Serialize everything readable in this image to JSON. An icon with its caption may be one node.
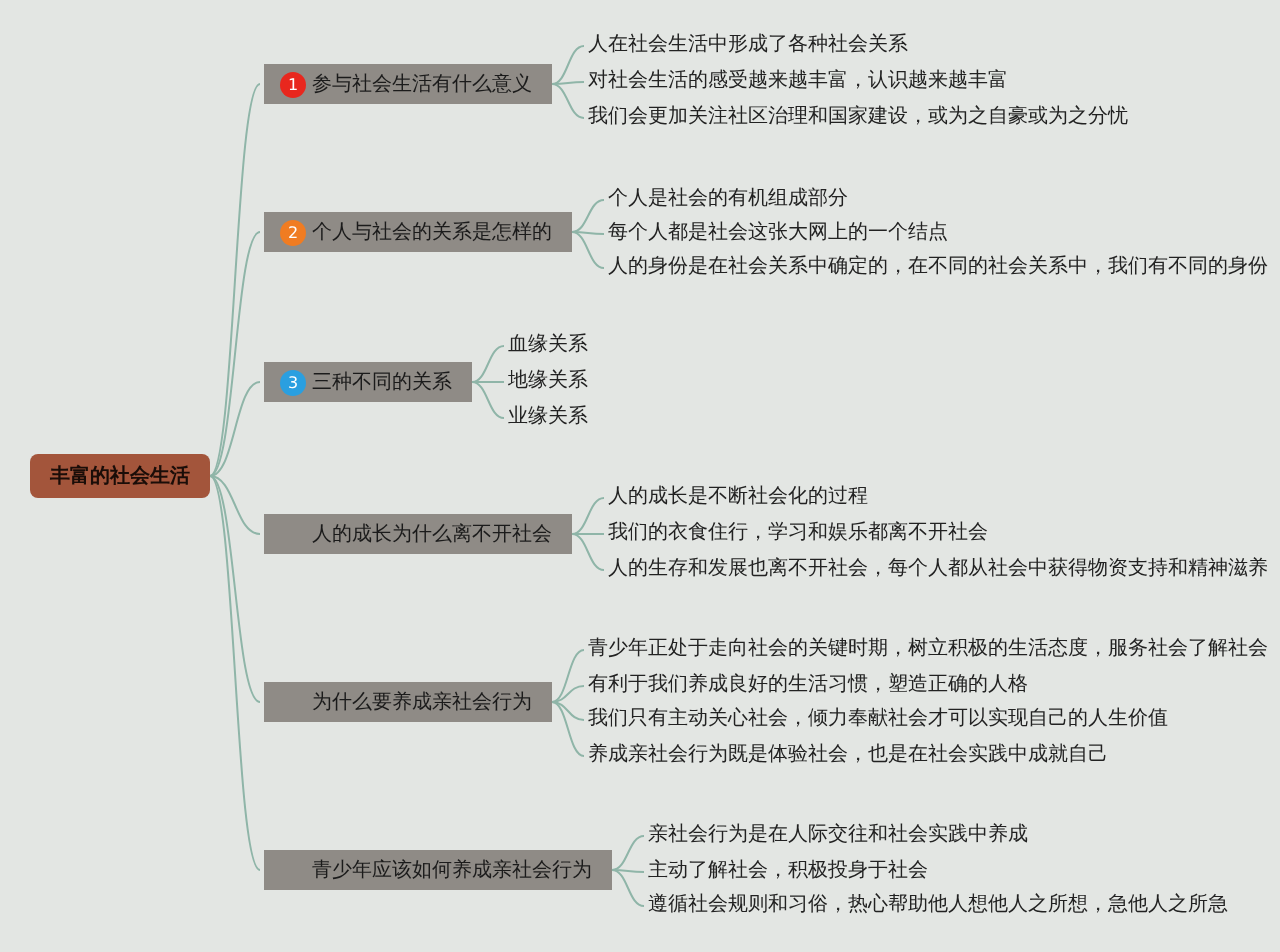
{
  "diagram": {
    "nodes": [
      {
        "text": [
          "丰富的社会生活"
        ]
      },
      {
        "text": [
          "1",
          "参与社会生活有什么意义"
        ]
      },
      {
        "text": [
          "人在社会生活中形成了各种社会关系"
        ]
      },
      {
        "text": [
          "对社会生活的感受越来越丰富，认识越来越丰富"
        ]
      },
      {
        "text": [
          "我们会更加关注社区治理和国家建设，或为之自豪或为之分忧"
        ]
      },
      {
        "text": [
          "2",
          "个人与社会的关系是怎样的"
        ]
      },
      {
        "text": [
          "个人是社会的有机组成部分"
        ]
      },
      {
        "text": [
          "每个人都是社会这张大网上的一个结点"
        ]
      },
      {
        "text": [
          "人的身份是在社会关系中确定的，在不同的社会关系中，我们有不同的身份"
        ]
      },
      {
        "text": [
          "3",
          "三种不同的关系"
        ]
      },
      {
        "text": [
          "血缘关系"
        ]
      },
      {
        "text": [
          "地缘关系"
        ]
      },
      {
        "text": [
          "业缘关系"
        ]
      },
      {
        "text": [
          "人的成长为什么离不开社会"
        ]
      },
      {
        "text": [
          "人的成长是不断社会化的过程"
        ]
      },
      {
        "text": [
          "我们的衣食住行，学习和娱乐都离不开社会"
        ]
      },
      {
        "text": [
          "人的生存和发展也离不开社会，每个人都从社会中获得物资支持和精神滋养"
        ]
      },
      {
        "text": [
          "为什么要养成亲社会行为"
        ]
      },
      {
        "text": [
          "青少年正处于走向社会的关键时期，树立积极的生活态度，服务社会了解社会"
        ]
      },
      {
        "text": [
          "有利于我们养成良好的生活习惯，塑造正确的人格"
        ]
      },
      {
        "text": [
          "我们只有主动关心社会，倾力奉献社会才可以实现自己的人生价值"
        ]
      },
      {
        "text": [
          "养成亲社会行为既是体验社会，也是在社会实践中成就自己"
        ]
      },
      {
        "text": [
          "青少年应该如何养成亲社会行为"
        ]
      },
      {
        "text": [
          "亲社会行为是在人际交往和社会实践中养成"
        ]
      },
      {
        "text": [
          "主动了解社会，积极投身于社会"
        ]
      },
      {
        "text": [
          "遵循社会规则和习俗，热心帮助他人想他人之所想，急他人之所急"
        ]
      }
    ],
    "edges": [
      {
        "from": 0,
        "to": 1,
        "arrow": "none"
      },
      {
        "from": 0,
        "to": 5,
        "arrow": "none"
      },
      {
        "from": 0,
        "to": 9,
        "arrow": "none"
      },
      {
        "from": 0,
        "to": 13,
        "arrow": "none"
      },
      {
        "from": 0,
        "to": 17,
        "arrow": "none"
      },
      {
        "from": 0,
        "to": 22,
        "arrow": "none"
      },
      {
        "from": 1,
        "to": 2,
        "arrow": "none"
      },
      {
        "from": 1,
        "to": 3,
        "arrow": "none"
      },
      {
        "from": 1,
        "to": 4,
        "arrow": "none"
      },
      {
        "from": 5,
        "to": 6,
        "arrow": "none"
      },
      {
        "from": 5,
        "to": 7,
        "arrow": "none"
      },
      {
        "from": 5,
        "to": 8,
        "arrow": "none"
      },
      {
        "from": 9,
        "to": 10,
        "arrow": "none"
      },
      {
        "from": 9,
        "to": 11,
        "arrow": "none"
      },
      {
        "from": 9,
        "to": 12,
        "arrow": "none"
      },
      {
        "from": 13,
        "to": 14,
        "arrow": "none"
      },
      {
        "from": 13,
        "to": 15,
        "arrow": "none"
      },
      {
        "from": 13,
        "to": 16,
        "arrow": "none"
      },
      {
        "from": 17,
        "to": 18,
        "arrow": "none"
      },
      {
        "from": 17,
        "to": 19,
        "arrow": "none"
      },
      {
        "from": 17,
        "to": 20,
        "arrow": "none"
      },
      {
        "from": 17,
        "to": 21,
        "arrow": "none"
      },
      {
        "from": 22,
        "to": 23,
        "arrow": "none"
      },
      {
        "from": 22,
        "to": 24,
        "arrow": "none"
      },
      {
        "from": 22,
        "to": 25,
        "arrow": "none"
      }
    ]
  }
}
